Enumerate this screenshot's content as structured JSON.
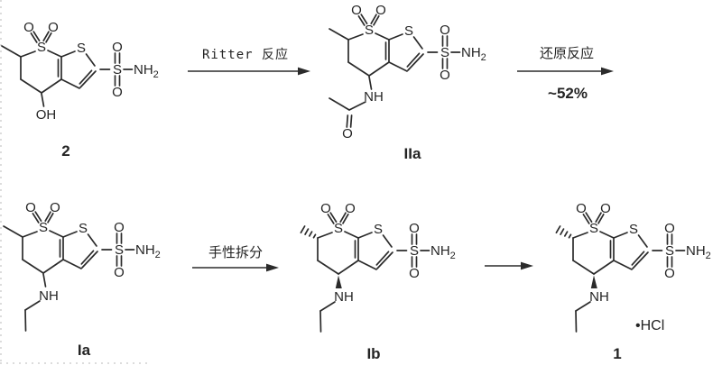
{
  "colors": {
    "ink": "#2b2b2b",
    "background": "#ffffff"
  },
  "reactions": {
    "ritter": {
      "label": "Ritter 反应"
    },
    "reduction": {
      "label": "还原反应",
      "yield": "~52%"
    },
    "resolution": {
      "label": "手性拆分"
    }
  },
  "compounds": {
    "c2": {
      "id": "2"
    },
    "iia": {
      "id": "IIa"
    },
    "ia": {
      "id": "Ia"
    },
    "ib": {
      "id": "Ib"
    },
    "c1": {
      "id": "1",
      "salt": "•HCl"
    }
  },
  "atoms": {
    "oxygen": "O",
    "sulfur": "S",
    "hydroxyl": "OH",
    "amine_nh": "NH",
    "sulfonamide_nh": "NH",
    "subscript_two": "2"
  }
}
